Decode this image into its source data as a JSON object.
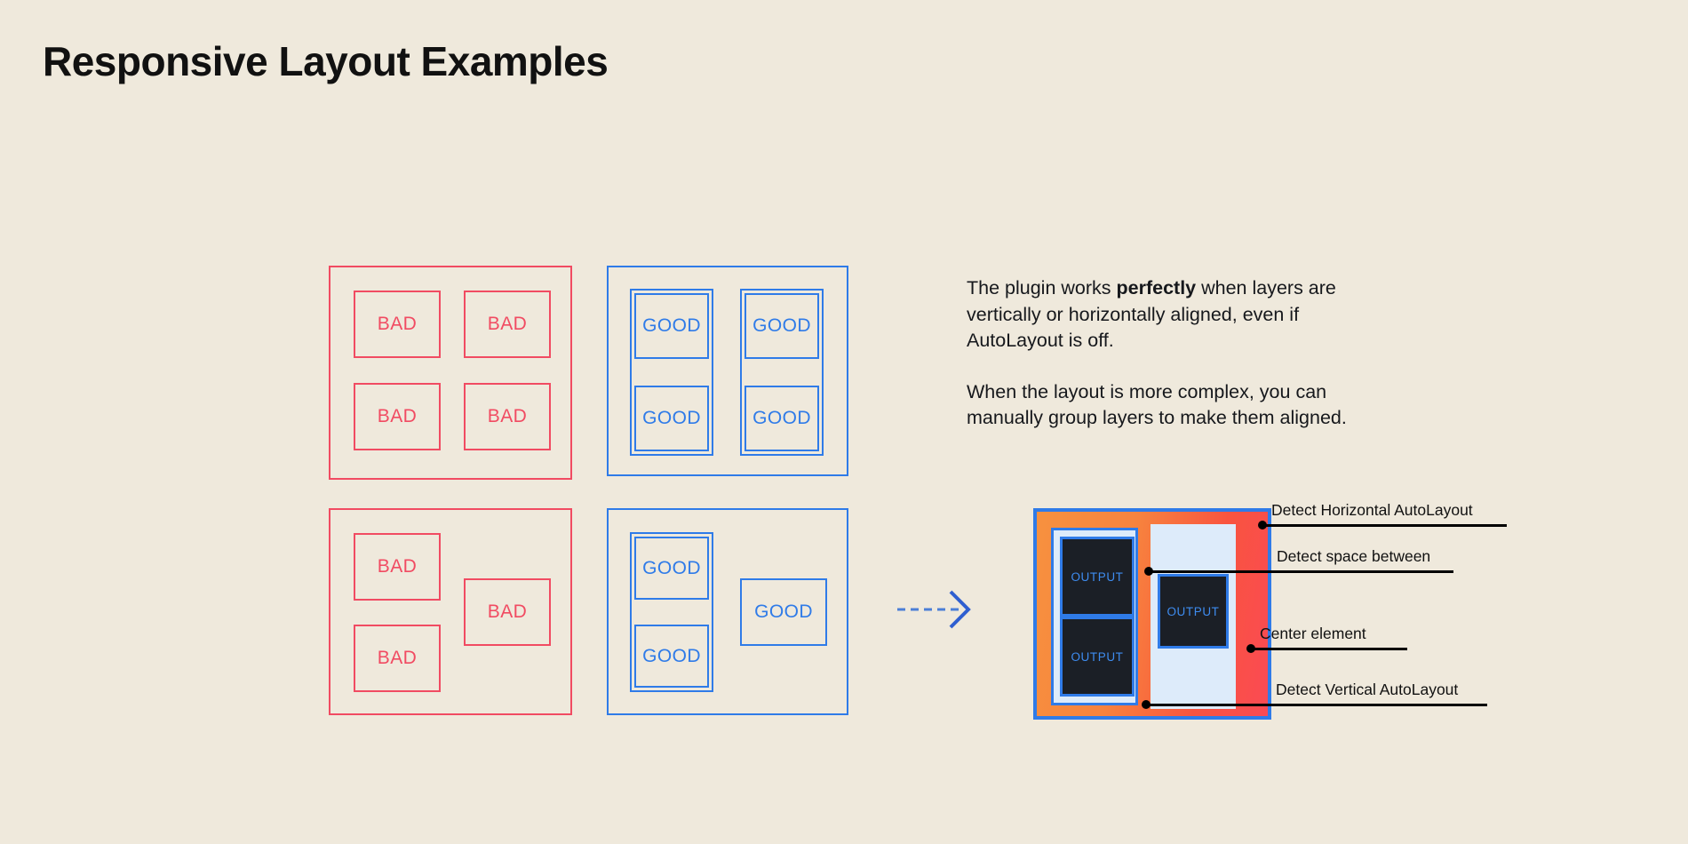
{
  "page": {
    "title": "Responsive Layout Examples",
    "background_color": "#EFE9DC"
  },
  "colors": {
    "bad": "#F14B62",
    "good": "#2F7BE8",
    "orange": "#F7913F",
    "red": "#FA4A54",
    "output_fill": "#1B1F26",
    "output_text": "#3E8CF0",
    "panel_light_blue": "#DDEBFA",
    "text": "#111111"
  },
  "examples": {
    "bad_label": "BAD",
    "good_label": "GOOD",
    "panels": [
      {
        "id": "bad-grid-aligned",
        "kind": "bad",
        "caption": "BAD",
        "box_count": 4
      },
      {
        "id": "good-grid-aligned",
        "kind": "good",
        "caption": "GOOD",
        "box_count": 4
      },
      {
        "id": "bad-grid-complex",
        "kind": "bad",
        "caption": "BAD",
        "box_count": 3
      },
      {
        "id": "good-grid-complex",
        "kind": "good",
        "caption": "GOOD",
        "box_count": 3
      }
    ]
  },
  "arrow": {
    "name": "dashed-right-arrow",
    "color": "#4C7FD6",
    "style": "dashed"
  },
  "copy": {
    "paragraph1_part1": "The plugin works ",
    "paragraph1_bold": "perfectly",
    "paragraph1_part2": " when layers are vertically or horizontally aligned, even if AutoLayout is off.",
    "paragraph2": "When the layout is more complex, you can manually group layers to make them aligned."
  },
  "diagram": {
    "output_label": "OUTPUT",
    "outputs": [
      {
        "id": "left-top",
        "label": "OUTPUT"
      },
      {
        "id": "left-bottom",
        "label": "OUTPUT"
      },
      {
        "id": "right-mid",
        "label": "OUTPUT"
      }
    ],
    "annotations": [
      {
        "id": "detect-horizontal-autolayout",
        "label": "Detect Horizontal AutoLayout"
      },
      {
        "id": "detect-space-between",
        "label": "Detect space between"
      },
      {
        "id": "center-element",
        "label": "Center element"
      },
      {
        "id": "detect-vertical-autolayout",
        "label": "Detect Vertical AutoLayout"
      }
    ]
  }
}
